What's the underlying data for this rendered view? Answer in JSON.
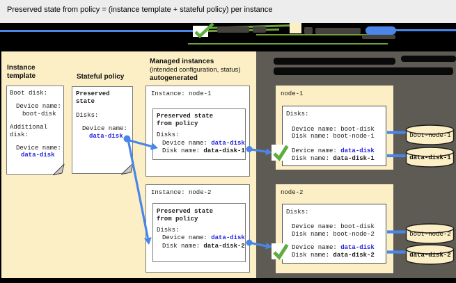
{
  "title": "Preserved state from policy = (instance template + stateful policy) per instance",
  "colors": {
    "accent_blue": "#4a86e8",
    "value_blue": "#2525dd",
    "check_green": "#5fae3d",
    "panel_cream": "#fcefc6",
    "panel_gray": "#5e5b54"
  },
  "instance_template": {
    "heading": "Instance template",
    "boot_disk_label": "Boot disk:",
    "device_name_label_1": "Device name:",
    "boot_disk_value": "boot-disk",
    "additional_disk_label": "Additional disk:",
    "device_name_label_2": "Device name:",
    "data_disk_value": "data-disk"
  },
  "stateful_policy": {
    "heading": "Stateful policy",
    "preserved_state": "Preserved state",
    "disks_label": "Disks:",
    "device_name_label": "Device name:",
    "data_disk_value": "data-disk"
  },
  "managed_instances": {
    "heading": "Managed instances",
    "subheading": "(intended configuration, status)",
    "autogenerated": "autogenerated",
    "items": [
      {
        "title": "Instance: node-1",
        "preserved": "Preserved state from policy",
        "disks_label": "Disks:",
        "device_prefix": "Device name: ",
        "device_value": "data-disk",
        "disk_prefix": "Disk name: ",
        "disk_value": "data-disk-1"
      },
      {
        "title": "Instance: node-2",
        "preserved": "Preserved state from policy",
        "disks_label": "Disks:",
        "device_prefix": "Device name: ",
        "device_value": "data-disk",
        "disk_prefix": "Disk name: ",
        "disk_value": "data-disk-2"
      }
    ]
  },
  "vm_instances": {
    "nodes": [
      {
        "name": "node-1",
        "disks_label": "Disks:",
        "boot_device_line": "Device name: boot-disk",
        "boot_disk_line": "Disk name: boot-node-1",
        "device_prefix": "Device name: ",
        "device_value": "data-disk",
        "disk_prefix": "Disk name: ",
        "disk_value": "data-disk-1",
        "disk_labels": {
          "boot": "boot-node-1",
          "data": "data-disk-1"
        }
      },
      {
        "name": "node-2",
        "disks_label": "Disks:",
        "boot_device_line": "Device name: boot-disk",
        "boot_disk_line": "Disk name: boot-node-2",
        "device_prefix": "Device name: ",
        "device_value": "data-disk",
        "disk_prefix": "Disk name: ",
        "disk_value": "data-disk-2",
        "disk_labels": {
          "boot": "boot-node-2",
          "data": "data-disk-2"
        }
      }
    ]
  }
}
